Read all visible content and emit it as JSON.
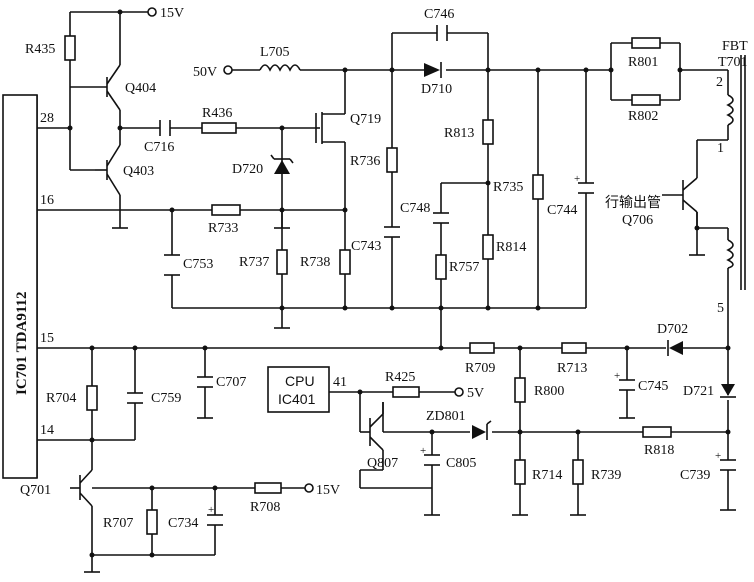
{
  "ic": {
    "label": "IC701 TDA9112",
    "pins": {
      "p28": "28",
      "p16": "16",
      "p15": "15",
      "p14": "14"
    }
  },
  "cpu": {
    "line1": "CPU",
    "line2": "IC401",
    "pin": "41"
  },
  "supplies": {
    "v15_top": "15V",
    "v50": "50V",
    "v5": "5V",
    "v15_bottom": "15V"
  },
  "fbt": {
    "line1": "FBT",
    "line2": "T701",
    "pin2": "2",
    "pin1": "1",
    "pin5": "5"
  },
  "q706_label": "行输出管",
  "components": {
    "R435": "R435",
    "Q404": "Q404",
    "Q403": "Q403",
    "C716": "C716",
    "R436": "R436",
    "L705": "L705",
    "C746": "C746",
    "D710": "D710",
    "R801": "R801",
    "R802": "R802",
    "Q719": "Q719",
    "D720": "D720",
    "R736": "R736",
    "R813": "R813",
    "R735": "R735",
    "C748": "C748",
    "C744": "C744",
    "Q706": "Q706",
    "R733": "R733",
    "C753": "C753",
    "R737": "R737",
    "R738": "R738",
    "C743": "C743",
    "R757": "R757",
    "R814": "R814",
    "D702": "D702",
    "R709": "R709",
    "R713": "R713",
    "R704": "R704",
    "C759": "C759",
    "C707": "C707",
    "R425": "R425",
    "R800": "R800",
    "C745": "C745",
    "D721": "D721",
    "ZD801": "ZD801",
    "R818": "R818",
    "Q807": "Q807",
    "C805": "C805",
    "Q701": "Q701",
    "R707": "R707",
    "C734": "C734",
    "R708": "R708",
    "R714": "R714",
    "R739": "R739",
    "C739": "C739"
  }
}
